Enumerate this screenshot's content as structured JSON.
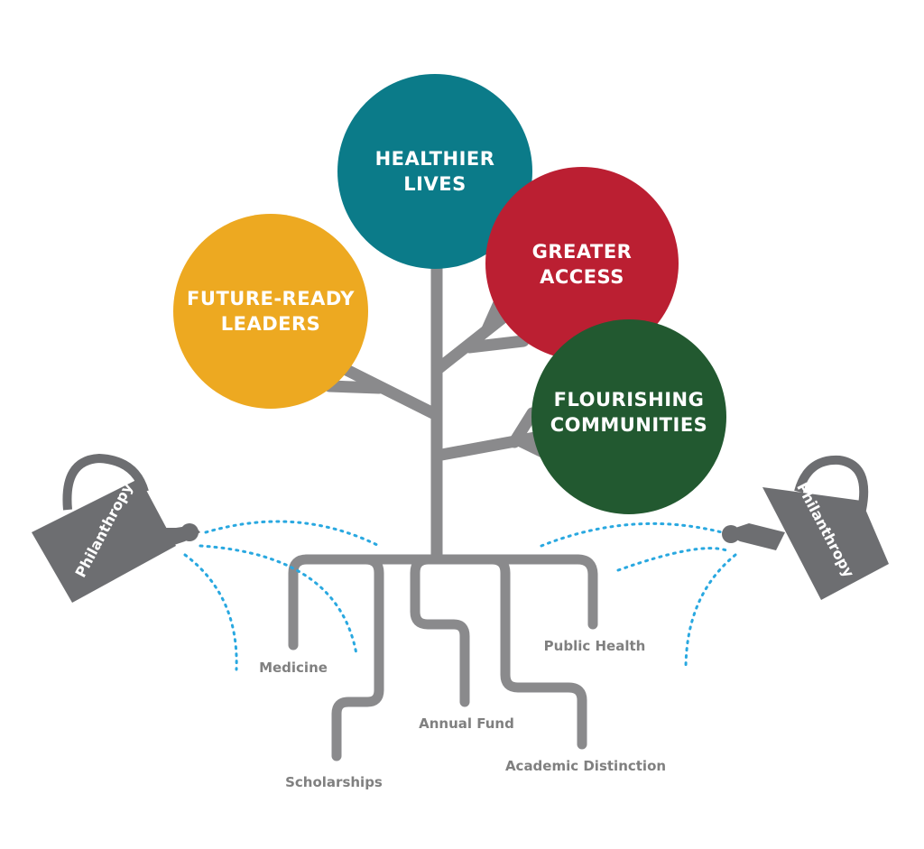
{
  "colors": {
    "trunk": "#8a8a8c",
    "healthier_lives": "#0b7b89",
    "greater_access": "#bb1f32",
    "future_ready_leaders": "#eda921",
    "flourishing_communities": "#225930",
    "watering_can": "#6d6e71",
    "water": "#29a8e0",
    "root_text": "#808080"
  },
  "outcomes": {
    "healthier_lives": [
      "HEALTHIER",
      "LIVES"
    ],
    "greater_access": [
      "GREATER",
      "ACCESS"
    ],
    "future_ready_leaders": [
      "FUTURE-READY",
      "LEADERS"
    ],
    "flourishing_communities": [
      "FLOURISHING",
      "COMMUNITIES"
    ]
  },
  "roots": {
    "medicine": "Medicine",
    "scholarships": "Scholarships",
    "annual_fund": "Annual Fund",
    "academic_distinction": "Academic Distinction",
    "public_health": "Public Health"
  },
  "watering_cans": {
    "left": "Philanthropy",
    "right": "Philanthropy"
  },
  "icons": {
    "left_can": "watering-can-icon",
    "right_can": "watering-can-icon",
    "tree": "tree-icon"
  }
}
